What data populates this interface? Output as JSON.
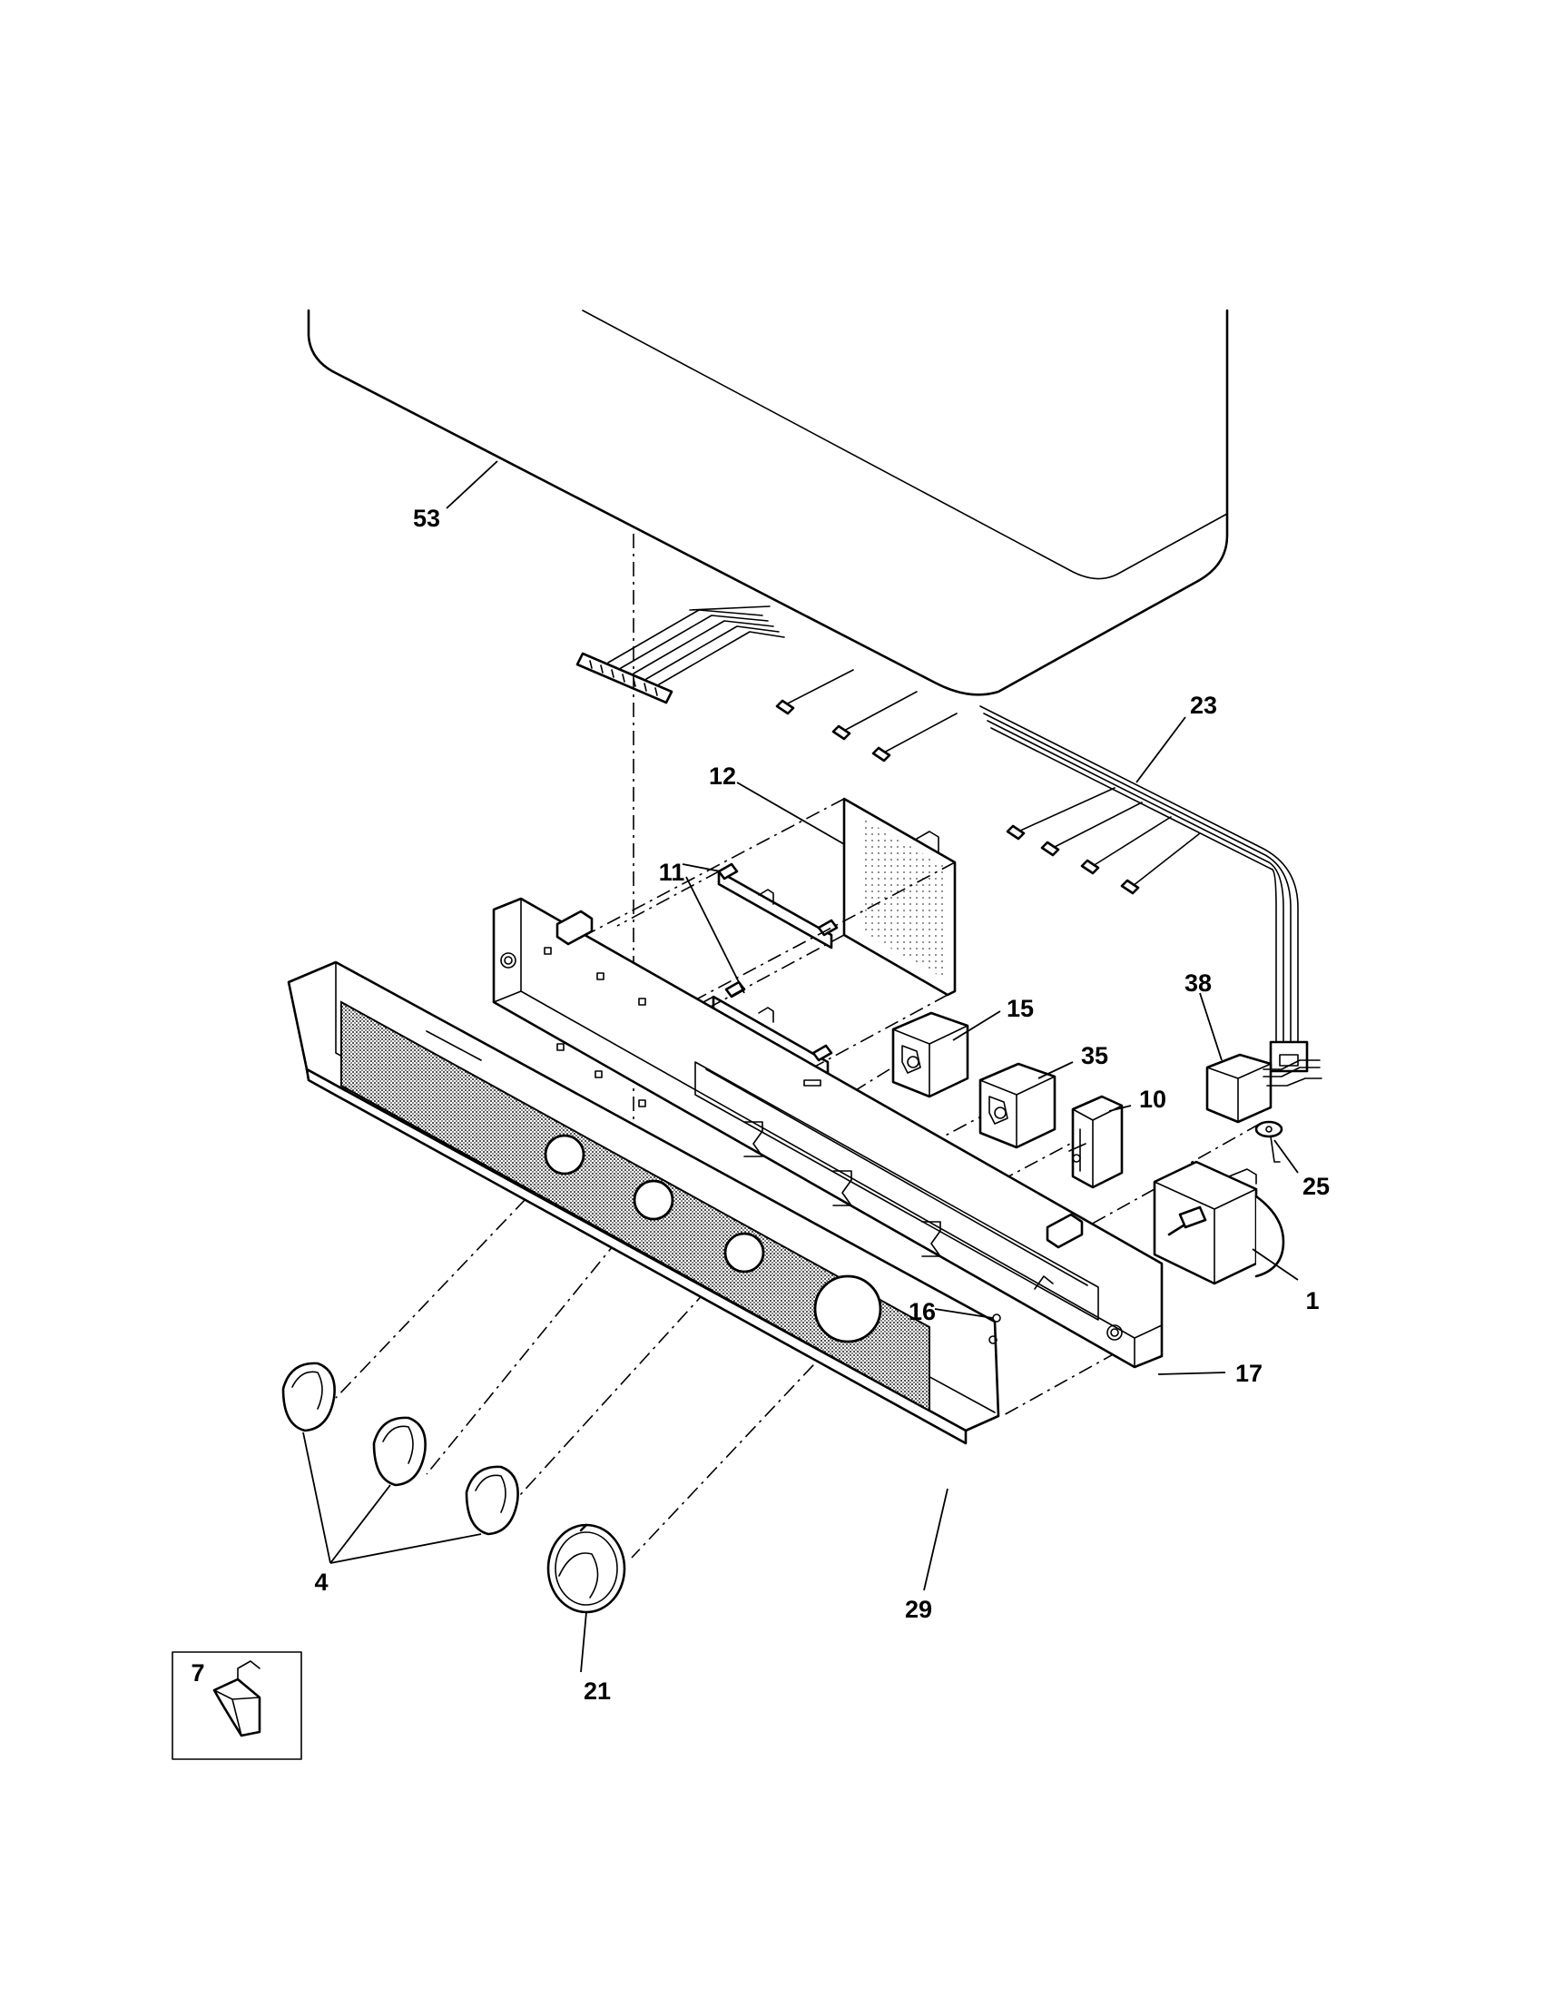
{
  "callouts": {
    "c53": "53",
    "c23": "23",
    "c12": "12",
    "c11": "11",
    "c15": "15",
    "c35": "35",
    "c10": "10",
    "c38": "38",
    "c25": "25",
    "c1": "1",
    "c16": "16",
    "c17": "17",
    "c4": "4",
    "c29": "29",
    "c21": "21",
    "c7": "7"
  }
}
